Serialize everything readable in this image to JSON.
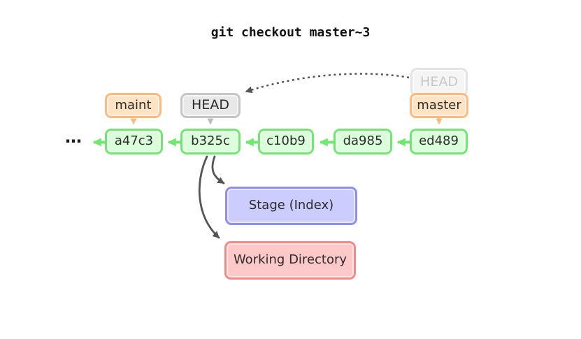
{
  "title": "git checkout master~3",
  "history_ellipsis": "⋯",
  "refs": {
    "maint": {
      "label": "maint"
    },
    "head": {
      "label": "HEAD"
    },
    "master": {
      "label": "master"
    },
    "previous_head": {
      "label": "HEAD"
    }
  },
  "commits": [
    {
      "id": "a47c3"
    },
    {
      "id": "b325c"
    },
    {
      "id": "c10b9"
    },
    {
      "id": "da985"
    },
    {
      "id": "ed489"
    }
  ],
  "areas": {
    "stage": {
      "label": "Stage (Index)"
    },
    "working_directory": {
      "label": "Working Directory"
    }
  },
  "colors": {
    "branch_fill": "#FFE3C3",
    "branch_border": "#FFBA80",
    "head_fill": "#E8E8E8",
    "head_border": "#C6C6C6",
    "previous_head_fill": "#F5F5F5",
    "previous_head_border": "#E4E4E4",
    "previous_head_text": "#C9C9C9",
    "commit_fill": "#DAFFDA",
    "commit_border": "#6FE86F",
    "stage_fill": "#CCCCFF",
    "stage_border": "#8F8FEC",
    "working_fill": "#FFC9C9",
    "working_border": "#F28A8A",
    "dark_arrow": "#555555",
    "gray_arrow": "#BDBDBD"
  }
}
